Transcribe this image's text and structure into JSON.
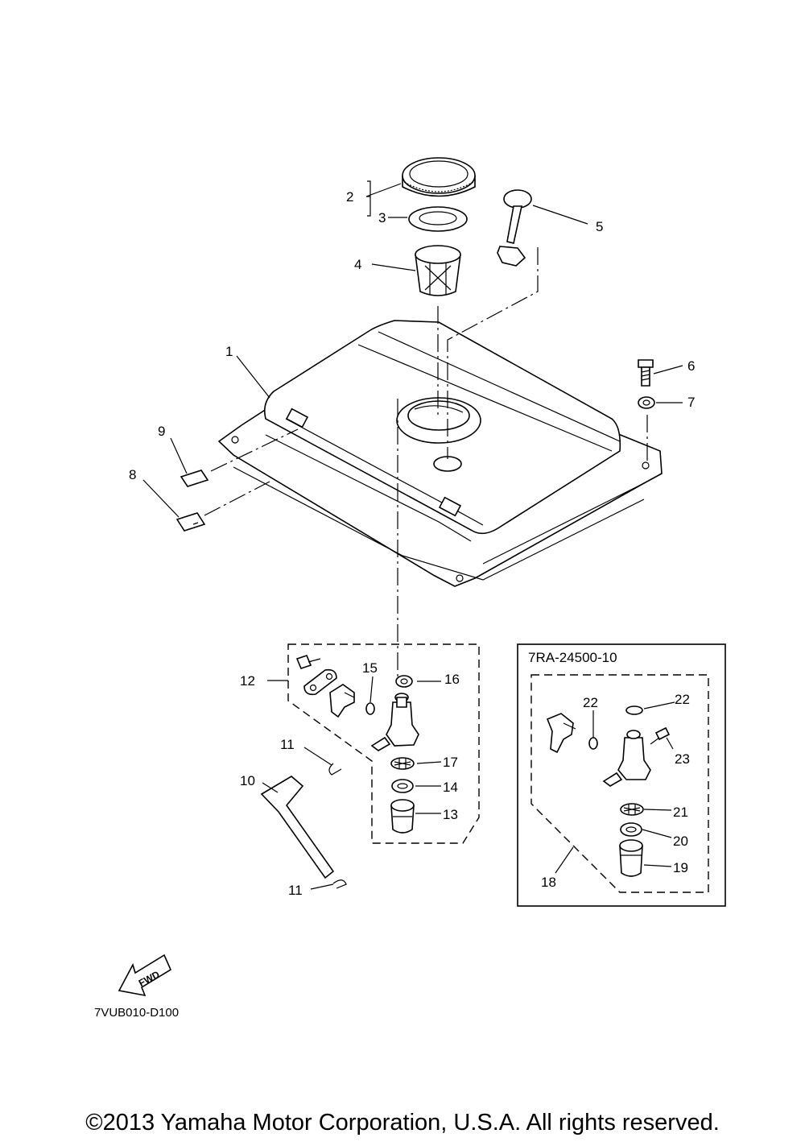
{
  "diagram": {
    "callouts": [
      "1",
      "2",
      "3",
      "4",
      "5",
      "6",
      "7",
      "8",
      "9",
      "10",
      "11",
      "11",
      "12",
      "13",
      "14",
      "15",
      "16",
      "17",
      "18",
      "19",
      "20",
      "21",
      "22",
      "22",
      "23"
    ],
    "inset_part_number": "7RA-24500-10",
    "fwd_label": "FWD",
    "drawing_code": "7VUB010-D100"
  },
  "footer": {
    "copyright": "©2013 Yamaha Motor Corporation, U.S.A. All rights reserved."
  }
}
